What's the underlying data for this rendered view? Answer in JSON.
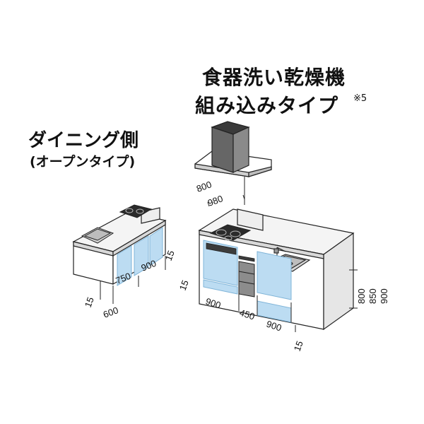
{
  "title": {
    "line1": "食器洗い乾燥機",
    "line2": "組み込みタイプ",
    "note": "※5"
  },
  "dining": {
    "line1": "ダイニング側",
    "line2": "(オープンタイプ)"
  },
  "hood_dims": {
    "d1": "800",
    "d2": "980"
  },
  "main_dims": {
    "left_gap": "15",
    "w1": "900",
    "w2": "450",
    "w3": "900",
    "right_gap": "15",
    "h1": "800",
    "h2": "850",
    "h3": "900"
  },
  "island_dims": {
    "left_gap": "15",
    "depth": "600",
    "w1": "750",
    "w2": "900",
    "right_gap": "15"
  },
  "colors": {
    "line": "#222222",
    "panel": "#bcdcf2",
    "panel_edge": "#7fb4d8",
    "counter": "#f2f2f2",
    "hood": "#555555"
  }
}
